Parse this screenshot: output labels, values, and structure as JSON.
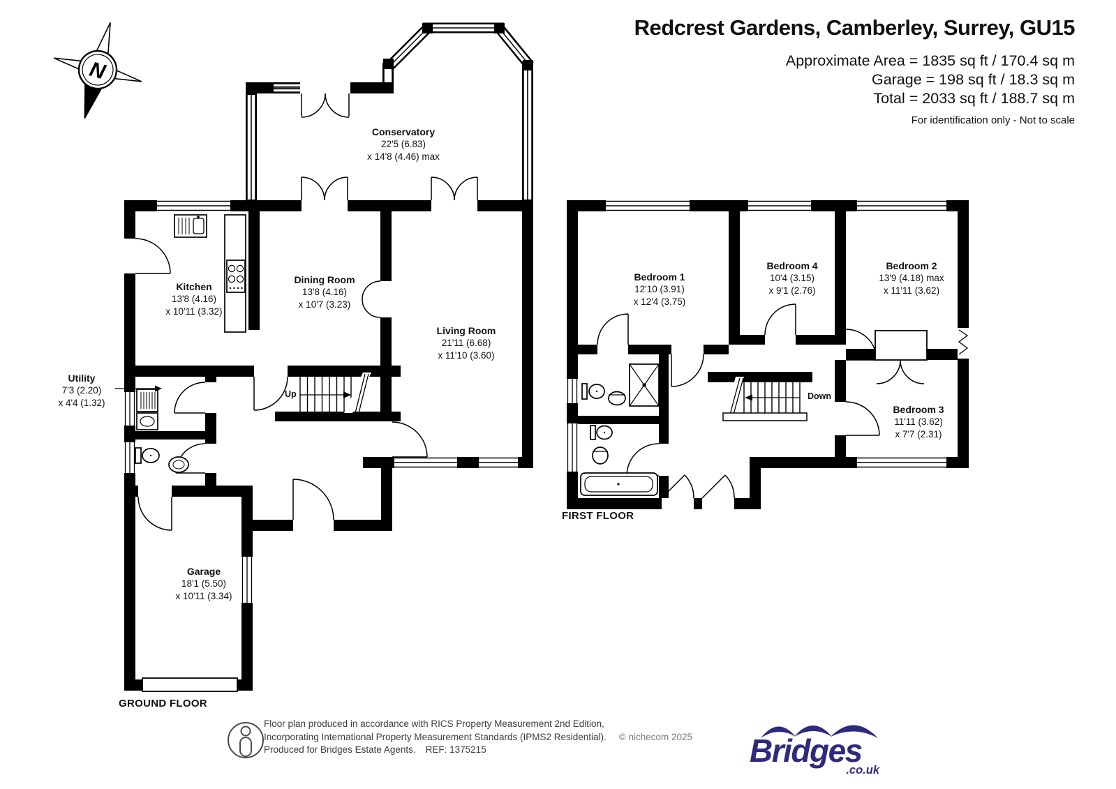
{
  "header": {
    "title": "Redcrest Gardens, Camberley, Surrey, GU15",
    "area_lines": [
      "Approximate Area = 1835 sq ft / 170.4 sq m",
      "Garage = 198 sq ft / 18.3 sq m",
      "Total = 2033 sq ft / 188.7 sq m"
    ],
    "disclaimer": "For identification only - Not to scale"
  },
  "compass": {
    "north_label": "N"
  },
  "floors": {
    "ground": {
      "label": "GROUND FLOOR",
      "stairs_label": "Up",
      "rooms": [
        {
          "name": "Conservatory",
          "dim1": "22'5 (6.83)",
          "dim2": "x 14'8 (4.46) max"
        },
        {
          "name": "Kitchen",
          "dim1": "13'8 (4.16)",
          "dim2": "x 10'11 (3.32)"
        },
        {
          "name": "Dining Room",
          "dim1": "13'8 (4.16)",
          "dim2": "x 10'7 (3.23)"
        },
        {
          "name": "Living Room",
          "dim1": "21'11 (6.68)",
          "dim2": "x 11'10 (3.60)"
        },
        {
          "name": "Utility",
          "dim1": "7'3 (2.20)",
          "dim2": "x 4'4 (1.32)"
        },
        {
          "name": "Garage",
          "dim1": "18'1 (5.50)",
          "dim2": "x 10'11 (3.34)"
        }
      ]
    },
    "first": {
      "label": "FIRST FLOOR",
      "stairs_label": "Down",
      "rooms": [
        {
          "name": "Bedroom 1",
          "dim1": "12'10 (3.91)",
          "dim2": "x 12'4 (3.75)"
        },
        {
          "name": "Bedroom 4",
          "dim1": "10'4 (3.15)",
          "dim2": "x 9'1 (2.76)"
        },
        {
          "name": "Bedroom 2",
          "dim1": "13'9 (4.18) max",
          "dim2": "x 11'11 (3.62)"
        },
        {
          "name": "Bedroom 3",
          "dim1": "11'11 (3.62)",
          "dim2": "x 7'7 (2.31)"
        }
      ]
    }
  },
  "footer": {
    "line1": "Floor plan produced in accordance with RICS Property Measurement 2nd Edition,",
    "line2": "Incorporating International Property Measurement Standards (IPMS2 Residential).",
    "copyright": "© nichecom 2025",
    "line3": "Produced for Bridges Estate Agents.",
    "ref": "REF: 1375215"
  },
  "logo": {
    "brand": "Bridges",
    "suffix": ".co.uk",
    "color": "#2e2a7d"
  }
}
